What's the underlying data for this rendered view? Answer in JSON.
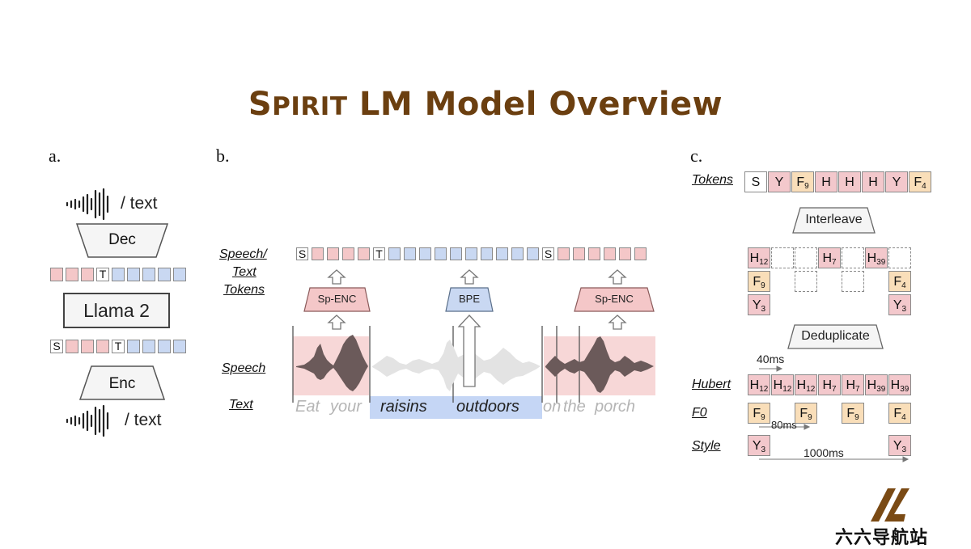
{
  "title": {
    "first_big": "S",
    "first_small": "PIRIT",
    "rest": " LM Model Overview"
  },
  "panel_a": {
    "label": "a.",
    "top_output": "/ text",
    "dec_label": "Dec",
    "llama_label": "Llama 2",
    "enc_label": "Enc",
    "bottom_input": "/ text",
    "top_token_marker": "T",
    "bottom_tokens_markers": [
      "S",
      "T"
    ]
  },
  "panel_b": {
    "label": "b.",
    "row_label_tokens_1": "Speech/",
    "row_label_tokens_2": "Text",
    "row_label_tokens_3": "Tokens",
    "row_label_speech": "Speech",
    "row_label_text": "Text",
    "token_markers": [
      "S",
      "T",
      "S"
    ],
    "enc_left": "Sp-ENC",
    "bpe": "BPE",
    "enc_right": "Sp-ENC",
    "words": {
      "w1": "Eat",
      "w2": "your",
      "w3": "raisins",
      "w4": "outdoors",
      "w5": "on",
      "w6": "the",
      "w7": "porch"
    }
  },
  "panel_c": {
    "label": "c.",
    "tokens_label": "Tokens",
    "tokens": [
      {
        "main": "S",
        "sub": "",
        "color": "white"
      },
      {
        "main": "Y",
        "sub": "",
        "color": "pink"
      },
      {
        "main": "F",
        "sub": "9",
        "color": "orange"
      },
      {
        "main": "H",
        "sub": "",
        "color": "pink"
      },
      {
        "main": "H",
        "sub": "",
        "color": "pink"
      },
      {
        "main": "H",
        "sub": "",
        "color": "pink"
      },
      {
        "main": "Y",
        "sub": "",
        "color": "pink"
      },
      {
        "main": "F",
        "sub": "4",
        "color": "orange"
      }
    ],
    "interleave_label": "Interleave",
    "deduplicate_label": "Deduplicate",
    "grid": {
      "h_12": {
        "main": "H",
        "sub": "12"
      },
      "h_7": {
        "main": "H",
        "sub": "7"
      },
      "h_39": {
        "main": "H",
        "sub": "39"
      },
      "f_9": {
        "main": "F",
        "sub": "9"
      },
      "f_4": {
        "main": "F",
        "sub": "4"
      },
      "y_3a": {
        "main": "Y",
        "sub": "3"
      },
      "y_3b": {
        "main": "Y",
        "sub": "3"
      }
    },
    "ms40": "40ms",
    "ms80": "80ms",
    "ms1000": "1000ms",
    "hubert_label": "Hubert",
    "f0_label": "F0",
    "style_label": "Style",
    "hubert": [
      {
        "main": "H",
        "sub": "12"
      },
      {
        "main": "H",
        "sub": "12"
      },
      {
        "main": "H",
        "sub": "12"
      },
      {
        "main": "H",
        "sub": "7"
      },
      {
        "main": "H",
        "sub": "7"
      },
      {
        "main": "H",
        "sub": "39"
      },
      {
        "main": "H",
        "sub": "39"
      }
    ],
    "f0": [
      {
        "main": "F",
        "sub": "9"
      },
      {
        "main": "F",
        "sub": "9"
      },
      {
        "main": "F",
        "sub": "9"
      },
      {
        "main": "F",
        "sub": "4"
      }
    ],
    "style": [
      {
        "main": "Y",
        "sub": "3"
      },
      {
        "main": "Y",
        "sub": "3"
      }
    ]
  },
  "watermark": {
    "text": "六六导航站"
  },
  "colors": {
    "title": "#6b3f10",
    "pink": "#f4c7c8",
    "blue": "#c9d8f2",
    "orange": "#f9deb9",
    "text_highlight": "#c5d6f5"
  }
}
